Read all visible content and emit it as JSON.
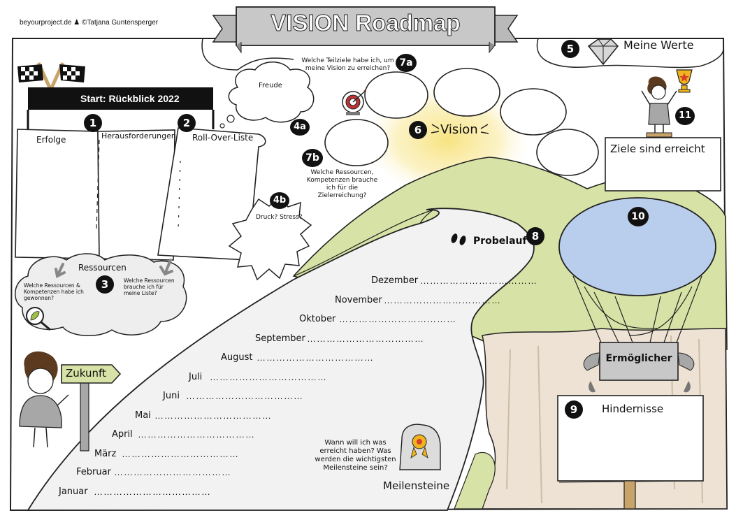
{
  "credit": "beyourproject.de ♟ ©Tatjana Guntensperger",
  "title": "VISION Roadmap",
  "start_banner": "Start: Rückblick 2022",
  "section1": {
    "number": "1",
    "col_erfolge": "Erfolge",
    "col_herausforderungen": "Herausforderungen"
  },
  "section2": {
    "number": "2",
    "label": "Roll-Over-Liste"
  },
  "section3": {
    "number": "3",
    "label": "Ressourcen",
    "question_left": "Welche Ressourcen & Kompetenzen habe ich gewonnen?",
    "question_right": "Welche Ressourcen brauche ich für meine Liste?"
  },
  "section4a": {
    "number": "4a",
    "label": "Freude"
  },
  "section4b": {
    "number": "4b",
    "label": "Druck? Stress?"
  },
  "section5": {
    "number": "5",
    "label": "Meine Werte"
  },
  "section6": {
    "number": "6",
    "label": "Vision"
  },
  "section7a": {
    "number": "7a",
    "question": "Welche Teilziele habe ich, um meine Vision zu erreichen?"
  },
  "section7b": {
    "number": "7b",
    "question": "Welche Ressourcen, Kompetenzen brauche ich für die Zielerreichung?"
  },
  "section8": {
    "number": "8",
    "label": "Probelauf"
  },
  "section9": {
    "number": "9",
    "label": "Hindernisse"
  },
  "section10": {
    "number": "10",
    "basket_label": "Ermöglicher"
  },
  "section11": {
    "number": "11",
    "label": "Ziele sind erreicht"
  },
  "signpost": "Zukunft",
  "milestones": {
    "question": "Wann will ich was erreicht haben? Was werden die wichtigsten Meilensteine sein?",
    "label": "Meilensteine"
  },
  "months": [
    "Januar",
    "Februar",
    "März",
    "April",
    "Mai",
    "Juni",
    "Juli",
    "August",
    "September",
    "Oktober",
    "November",
    "Dezember"
  ],
  "month_dots": "………………………………",
  "colors": {
    "banner_gray": "#c8c8c8",
    "hill_green": "#d7e3a6",
    "sun_yellow": "#f7e27a",
    "balloon_blue": "#b9cdec",
    "rock_tan": "#eee2d4",
    "person_gray": "#a7a7a7"
  }
}
